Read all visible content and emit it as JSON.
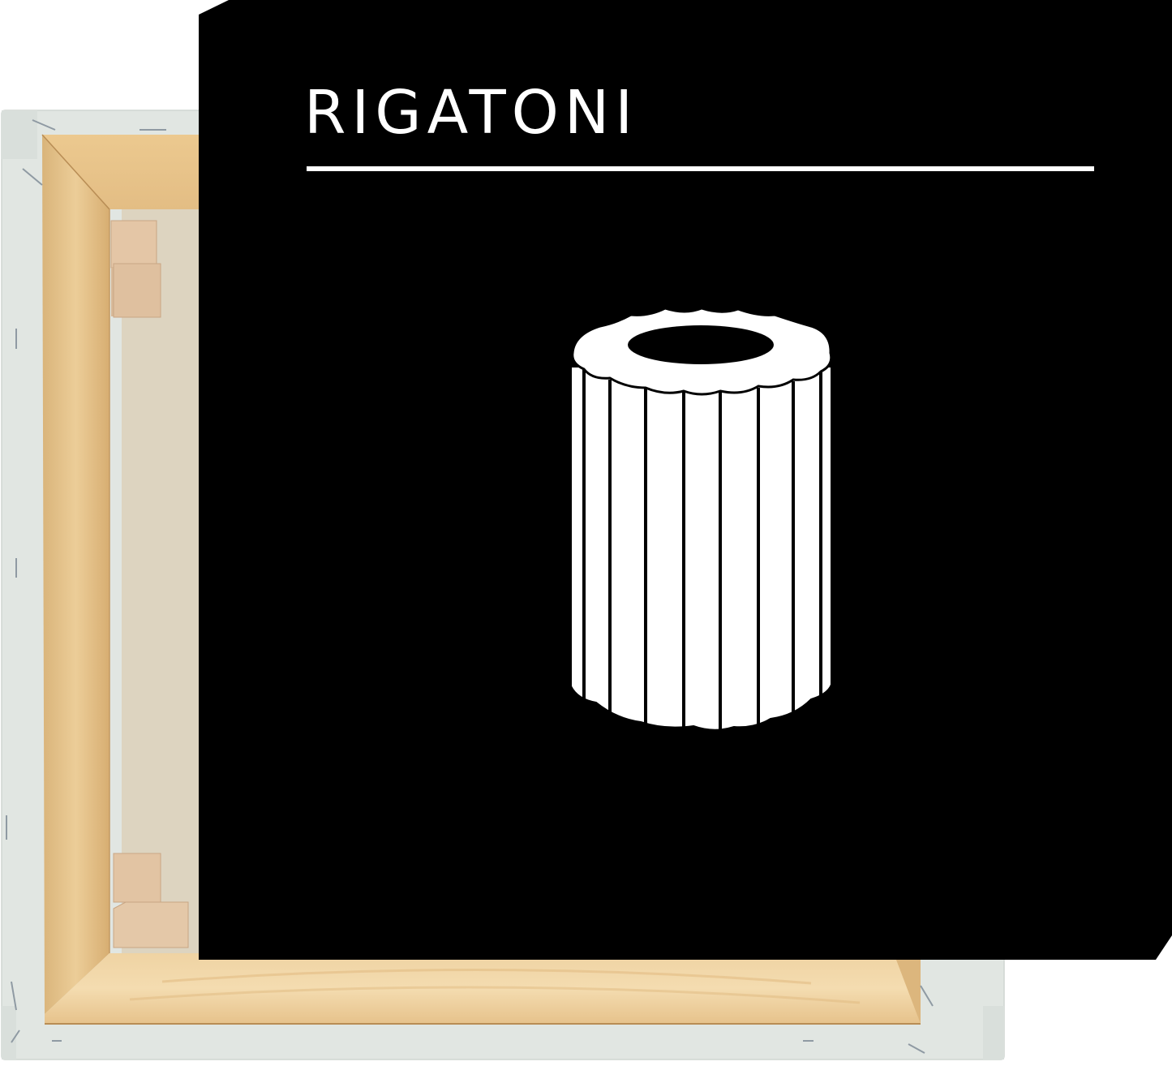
{
  "artwork": {
    "title": "RIGATONI",
    "subject": "rigatoni pasta illustration",
    "style": "white line-art on black"
  },
  "colors": {
    "panel": "#000000",
    "ink": "#ffffff",
    "canvas_back": "#dfe3df",
    "linen": "#d9d0bc",
    "wood": "#e5c48e",
    "wood_dark": "#d8b37a",
    "key_wood": "#e2c4a4"
  },
  "scene": {
    "foreground": "black canvas art print (front)",
    "background": "stretched canvas seen from the back with wooden stretcher bars, corner keys and staples"
  }
}
